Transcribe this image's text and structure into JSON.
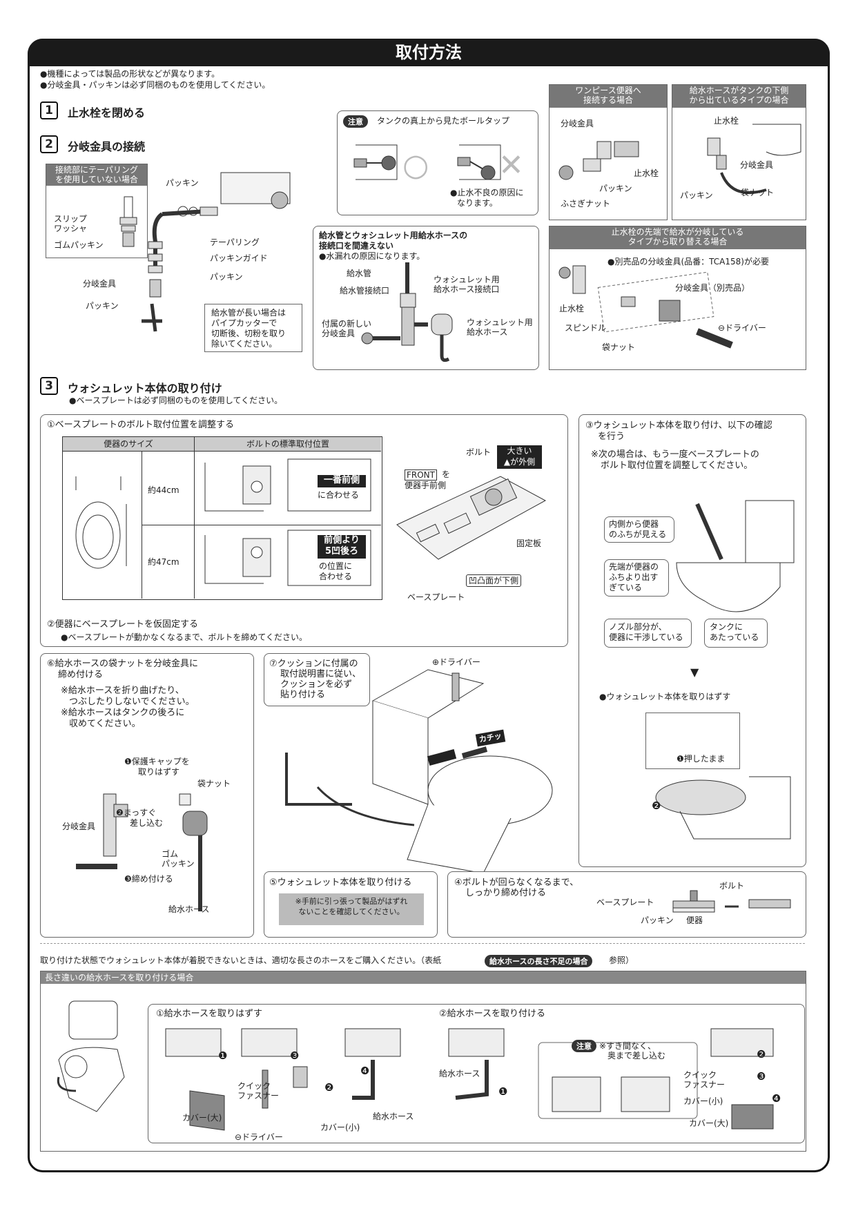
{
  "title": "取付方法",
  "notes": [
    "●機種によっては製品の形状などが異なります。",
    "●分岐金具・パッキンは必ず同梱のものを使用してください。"
  ],
  "step1": {
    "num": "1",
    "title": "止水栓を閉める"
  },
  "step2": {
    "num": "2",
    "title": "分岐金具の接続",
    "inset_title": [
      "接続部にテーパリング",
      "を使用していない場合"
    ],
    "inset_labels": [
      "スリップ",
      "ワッシャ",
      "ゴムパッキン"
    ],
    "labels": [
      "パッキン",
      "テーパリング",
      "パッキンガイド",
      "パッキン",
      "分岐金具",
      "パッキン"
    ],
    "pipe_note": [
      "給水管が長い場合は",
      "パイプカッターで",
      "切断後、切粉を取り",
      "除いてください。"
    ],
    "caution_tag": "注意",
    "caution_title": "タンクの真上から見たボールタップ",
    "caution_ok": "○",
    "caution_ng": "✕",
    "caution_ng_note": [
      "●止水不良の原因に",
      "なります。"
    ],
    "warn_title": [
      "給水管とウォシュレット用給水ホースの",
      "接続口を間違えない"
    ],
    "warn_sub": "●水漏れの原因になります。",
    "warn_labels": [
      "給水管",
      "給水管接続口",
      "ウォシュレット用",
      "給水ホース接続口",
      "付属の新しい",
      "分岐金具",
      "ウォシュレット用",
      "給水ホース"
    ]
  },
  "side_boxes": {
    "onepiece_title": [
      "ワンピース便器へ",
      "接続する場合"
    ],
    "onepiece_labels": [
      "分岐金具",
      "止水栓",
      "パッキン",
      "ふさぎナット"
    ],
    "under_title": [
      "給水ホースがタンクの下側",
      "から出ているタイプの場合"
    ],
    "under_labels": [
      "止水栓",
      "分岐金具",
      "パッキン",
      "袋ナット"
    ],
    "branch_title": [
      "止水栓の先端で給水が分岐している",
      "タイプから取り替える場合"
    ],
    "branch_note": "●別売品の分岐金具(品番：TCA158)が必要",
    "branch_labels": [
      "分岐金具（別売品）",
      "止水栓",
      "スピンドル",
      "⊖ドライバー",
      "袋ナット"
    ]
  },
  "step3": {
    "num": "3",
    "title": "ウォシュレット本体の取り付け",
    "sub": "●ベースプレートは必ず同梱のものを使用してください。",
    "s1_title": "①ベースプレートのボルト取付位置を調整する",
    "table_headers": [
      "便器のサイズ",
      "ボルトの標準取付位置"
    ],
    "rows": [
      {
        "size": "約44cm",
        "label": "一番前側",
        "sub": "に合わせる"
      },
      {
        "size": "約47cm",
        "label": "前側より\n5凹後ろ",
        "sub": "の位置に\n合わせる"
      }
    ],
    "plate_labels": {
      "bolt": "ボルト",
      "big": "大きい",
      "big2": "▲が外側",
      "front": "FRONT",
      "front2": "を",
      "front3": "便器手前側",
      "fixed": "固定板",
      "ou": "凹凸面が下側",
      "base": "ベースプレート"
    },
    "s2_title": "②便器にベースプレートを仮固定する",
    "s2_note": "●ベースプレートが動かなくなるまで、ボルトを締めてください。",
    "s3_title": [
      "③ウォシュレット本体を取り付け、以下の確認",
      "を行う"
    ],
    "s3_note": [
      "※次の場合は、もう一度ベースプレートの",
      "ボルト取付位置を調整してください。"
    ],
    "s3_checks": [
      "内側から便器",
      "のふちが見える",
      "先端が便器の",
      "ふちより出す",
      "ぎている",
      "ノズル部分が、",
      "便器に干渉している",
      "タンクに",
      "あたっている"
    ],
    "s3_remove": "●ウォシュレット本体を取りはずす",
    "s3_press": "❶押したまま",
    "s3_two": "❷",
    "s6_title": [
      "⑥給水ホースの袋ナットを分岐金具に",
      "締め付ける"
    ],
    "s6_notes": [
      "※給水ホースを折り曲げたり、",
      "つぶしたりしないでください。",
      "※給水ホースはタンクの後ろに",
      "収めてください。"
    ],
    "s6_labels": [
      "❶保護キャップを",
      "取りはずす",
      "袋ナット",
      "❷まっすぐ",
      "差し込む",
      "分岐金具",
      "ゴム",
      "パッキン",
      "❸締め付ける",
      "給水ホース"
    ],
    "s7_title": [
      "⑦クッションに付属の",
      "取付説明書に従い、",
      "クッションを必ず",
      "貼り付ける"
    ],
    "driver": "⊕ドライバー",
    "click": "カチッ",
    "s5_title": "⑤ウォシュレット本体を取り付ける",
    "s5_note": [
      "※手前に引っ張って製品がはずれ",
      "ないことを確認してください。"
    ],
    "s4_title": [
      "④ボルトが回らなくなるまで、",
      "しっかり締め付ける"
    ],
    "s4_labels": [
      "ボルト",
      "ベースプレート",
      "パッキン",
      "便器"
    ]
  },
  "bottom": {
    "note_pre": "取り付けた状態でウォシュレット本体が着脱できないときは、適切な長さのホースをご購入ください。（表紙",
    "note_tag": "給水ホースの長さ不足の場合",
    "note_post": "参照）",
    "section": "長さ違いの給水ホースを取り付ける場合",
    "r1_title": "①給水ホースを取りはずす",
    "r2_title": "②給水ホースを取り付ける",
    "r1_labels": [
      "カバー(大)",
      "クイック",
      "ファスナー",
      "⊖ドライバー",
      "カバー(小)",
      "給水ホース"
    ],
    "r2_labels": [
      "給水ホース",
      "※すき間なく、",
      "奥まで差し込む",
      "クイック",
      "ファスナー",
      "カバー(小)",
      "カバー(大)"
    ],
    "caution_tag": "注意",
    "nums": [
      "❶",
      "❷",
      "❸",
      "❹"
    ]
  }
}
